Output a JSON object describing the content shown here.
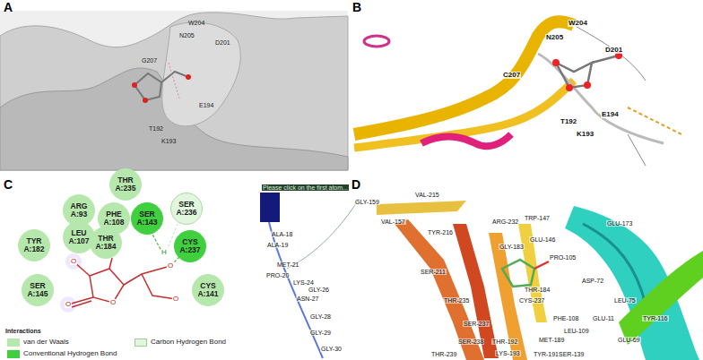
{
  "diagram": {
    "nodes": [
      {
        "text": [
          "THR A:235"
        ]
      },
      {
        "text": [
          "ARG A:93"
        ]
      },
      {
        "text": [
          "SER A:236"
        ]
      },
      {
        "text": [
          "PHE A:108"
        ]
      },
      {
        "text": [
          "SER A:143"
        ]
      },
      {
        "text": [
          "LEU A:107"
        ]
      },
      {
        "text": [
          "THR A:184"
        ]
      },
      {
        "text": [
          "CYS A:237"
        ]
      },
      {
        "text": [
          "TYR A:182"
        ]
      },
      {
        "text": [
          "SER A:145"
        ]
      },
      {
        "text": [
          "CYS A:141"
        ]
      }
    ],
    "labels": [
      "A",
      "B",
      "C",
      "D",
      "W204",
      "N205",
      "D201",
      "G207",
      "E194",
      "T192",
      "K193",
      "W204",
      "N205",
      "D201",
      "C207",
      "E194",
      "T192",
      "K193",
      "Interactions",
      "O",
      "O",
      "O",
      "O",
      "O",
      "H",
      "Please click on the first atom...",
      "ALA-18",
      "ALA-19",
      "MET-21",
      "PRO-20",
      "LYS-24",
      "GLY-26",
      "ASN-27",
      "GLY-28",
      "GLY-29",
      "GLY-30",
      "GLY-159",
      "VAL-157",
      "VAL-215",
      "TYR-216",
      "SER-211",
      "THR-235",
      "ARG-232",
      "TRP-147",
      "GLY-183",
      "GLU-146",
      "PRO-105",
      "GLU-173",
      "ASP-72",
      "LEU-75",
      "GLU-11",
      "TYR-116",
      "GLU-69",
      "LEU-109",
      "PHE-108",
      "CYS-237",
      "THR-184",
      "MET-189",
      "TYR-191",
      "THR-192",
      "LYS-193",
      "SER-139",
      "SER-237",
      "SER-238",
      "THR-239"
    ],
    "legend": [
      {
        "text": "van der Waals",
        "color": "#b6e8ad"
      },
      {
        "text": "Conventional Hydrogen Bond",
        "color": "#3fcf3f"
      },
      {
        "text": "Carbon Hydrogen Bond",
        "color": "#e2f5de"
      }
    ]
  }
}
